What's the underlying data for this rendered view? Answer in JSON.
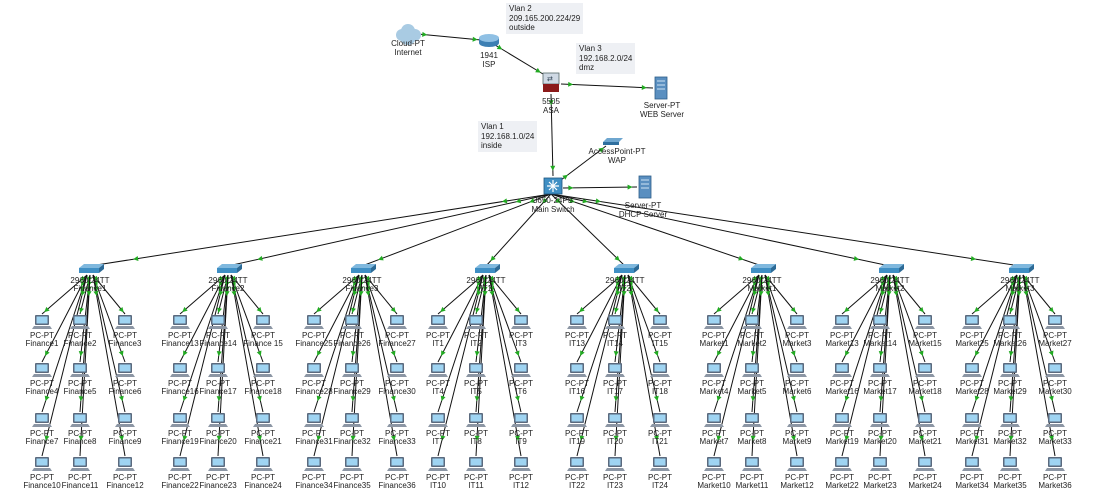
{
  "core": {
    "cloud": {
      "type": "Cloud-PT",
      "name": "Internet"
    },
    "isp": {
      "type": "1941",
      "name": "ISP"
    },
    "asa": {
      "type": "5505",
      "name": "ASA"
    },
    "web": {
      "type": "Server-PT",
      "name": "WEB Server"
    },
    "wap": {
      "type": "AccessPoint-PT",
      "name": "WAP"
    },
    "dhcp": {
      "type": "Server-PT",
      "name": "DHCP Server"
    },
    "main_switch": {
      "type": "3650-24PS",
      "name": "Main Switch"
    }
  },
  "vlans": {
    "vlan2": "Vlan 2\n209.165.200.224/29\noutside",
    "vlan3": "Vlan 3\n192.168.2.0/24\ndmz",
    "vlan1": "Vlan 1\n192.168.1.0/24\ninside"
  },
  "pc_type": "PC-PT",
  "access_switches": [
    {
      "type": "2960-24TT",
      "name": "Finance1",
      "pcs": [
        "Finance1",
        "Finance2",
        "Finance3",
        "Finance4",
        "Finance5",
        "Finance6",
        "Finance7",
        "Finance8",
        "Finance9",
        "Finance10",
        "Finance11",
        "Finance12"
      ]
    },
    {
      "type": "2960-24TT",
      "name": "Finance2",
      "pcs": [
        "Finance13",
        "Finance14",
        "Finance 15",
        "Finance16",
        "Finance17",
        "Finance18",
        "Finance19",
        "Finance20",
        "Finance21",
        "Finance22",
        "Finance23",
        "Finance24"
      ]
    },
    {
      "type": "2960-24TT",
      "name": "Finance3",
      "pcs": [
        "Finance25",
        "Finance26",
        "Finance27",
        "Finance28",
        "Finance29",
        "Finance30",
        "Finance31",
        "Finance32",
        "Finance33",
        "Finance34",
        "Finance35",
        "Finance36"
      ]
    },
    {
      "type": "2960-24TT",
      "name": "IT1",
      "pcs": [
        "IT1",
        "IT2",
        "IT3",
        "IT4",
        "IT5",
        "IT6",
        "IT7",
        "IT8",
        "IT9",
        "IT10",
        "IT11",
        "IT12"
      ]
    },
    {
      "type": "2960-24TT",
      "name": "IT2",
      "pcs": [
        "IT13",
        "IT14",
        "IT15",
        "IT16",
        "IT17",
        "IT18",
        "IT19",
        "IT20",
        "IT21",
        "IT22",
        "IT23",
        "IT24"
      ]
    },
    {
      "type": "2960-24TT",
      "name": "Market1",
      "pcs": [
        "Market1",
        "Market2",
        "Market3",
        "Market4",
        "Market5",
        "Market6",
        "Market7",
        "Market8",
        "Market9",
        "Market10",
        "Market11",
        "Market12"
      ]
    },
    {
      "type": "2960-24TT",
      "name": "Market2",
      "pcs": [
        "Market13",
        "Market14",
        "Market15",
        "Market16",
        "Market17",
        "Market18",
        "Market19",
        "Market20",
        "Market21",
        "Market22",
        "Market23",
        "Market24"
      ]
    },
    {
      "type": "2960-24TT",
      "name": "Market3",
      "pcs": [
        "Market25",
        "Market26",
        "Market27",
        "Market28",
        "Market29",
        "Market30",
        "Market31",
        "Market32",
        "Market33",
        "Market34",
        "Market35",
        "Market36"
      ]
    }
  ],
  "colors": {
    "link": "#111111",
    "link_up": "#22aa22",
    "pc_frame": "#5b6a7e",
    "pc_screen": "#9fd4f2",
    "switch_blue": "#3f8fc4",
    "server": "#5a8fc0",
    "asa_red": "#8b1a1a",
    "note_bg": "#eef0f4"
  }
}
